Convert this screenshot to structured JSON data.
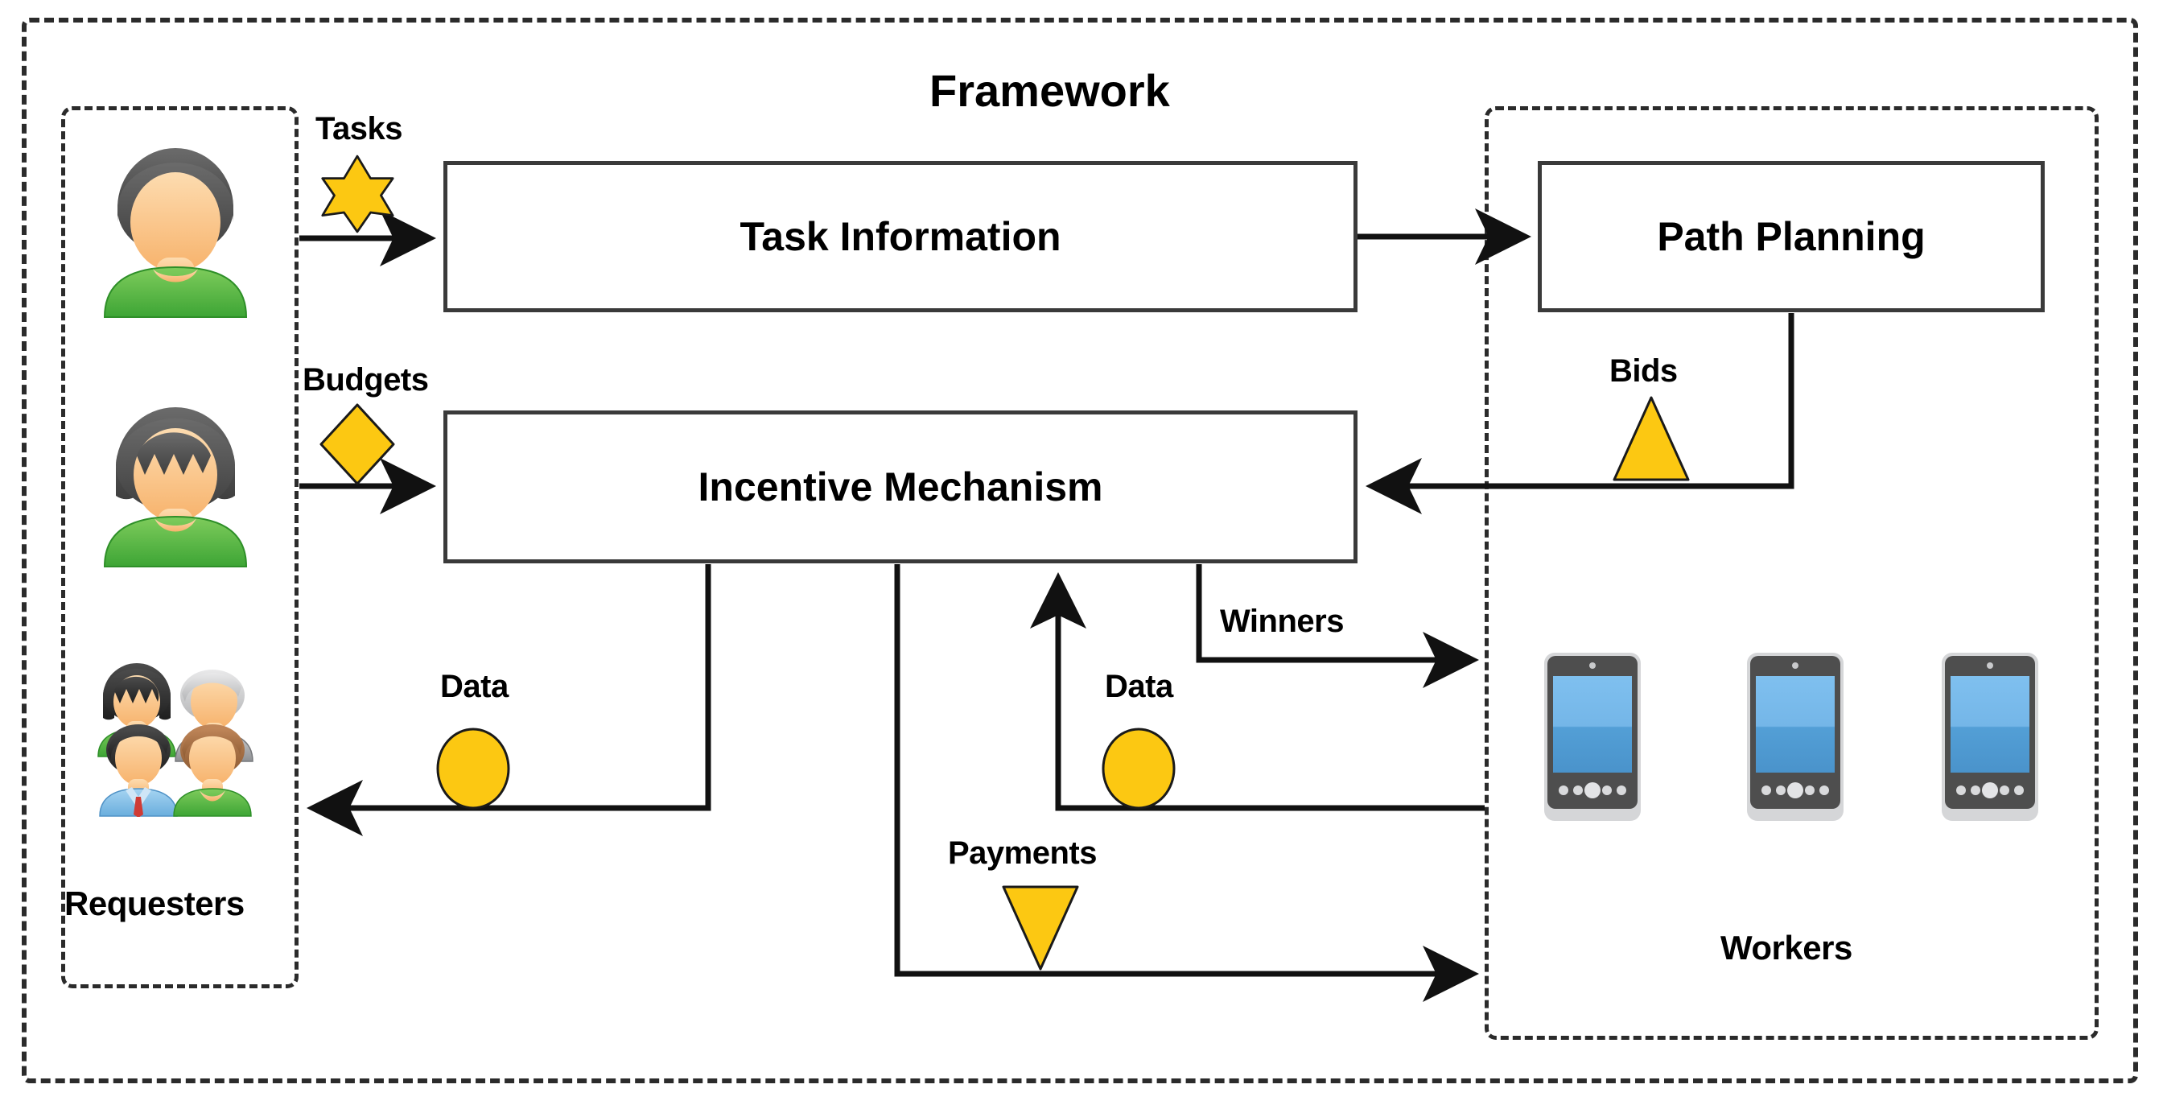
{
  "diagram": {
    "title": "Framework",
    "type": "flow-diagram",
    "boxes": [
      {
        "id": "task-information",
        "label": "Task Information"
      },
      {
        "id": "incentive-mechanism",
        "label": "Incentive Mechanism"
      },
      {
        "id": "path-planning",
        "label": "Path Planning"
      }
    ],
    "groups": [
      {
        "id": "requesters",
        "label": "Requesters"
      },
      {
        "id": "workers",
        "label": "Workers"
      }
    ],
    "flows": [
      {
        "id": "tasks",
        "label": "Tasks",
        "marker": "star",
        "marker_color": "#FCC812",
        "from": "requesters",
        "to": "task-information"
      },
      {
        "id": "budgets",
        "label": "Budgets",
        "marker": "diamond",
        "marker_color": "#FCC812",
        "from": "requesters",
        "to": "incentive-mechanism"
      },
      {
        "id": "bids",
        "label": "Bids",
        "marker": "triangle-up",
        "marker_color": "#FCC812",
        "from": "path-planning",
        "to": "incentive-mechanism"
      },
      {
        "id": "winners",
        "label": "Winners",
        "marker": "none",
        "marker_color": "",
        "from": "incentive-mechanism",
        "to": "workers"
      },
      {
        "id": "data-workers",
        "label": "Data",
        "marker": "circle",
        "marker_color": "#FCC812",
        "from": "workers",
        "to": "incentive-mechanism"
      },
      {
        "id": "data-requesters",
        "label": "Data",
        "marker": "circle",
        "marker_color": "#FCC812",
        "from": "incentive-mechanism",
        "to": "requesters"
      },
      {
        "id": "payments",
        "label": "Payments",
        "marker": "triangle-down",
        "marker_color": "#FCC812",
        "from": "incentive-mechanism",
        "to": "workers"
      }
    ],
    "icons": {
      "requester_people": [
        "person-green-male",
        "person-green-female",
        "people-group"
      ],
      "worker_devices": [
        "smartphone",
        "smartphone",
        "smartphone"
      ]
    },
    "colors": {
      "marker_fill": "#FCC812",
      "marker_stroke": "#1a1a1a",
      "line": "#1a1a1a",
      "box_border": "#3a3a3a",
      "frame_border": "#2b2b2b",
      "background": "#ffffff",
      "shirt_green": "#5ebf46",
      "skin": "#fbc88b",
      "hair_dark": "#565656",
      "phone_screen": "#5ba5dd",
      "phone_body": "#4a4a4a"
    }
  }
}
